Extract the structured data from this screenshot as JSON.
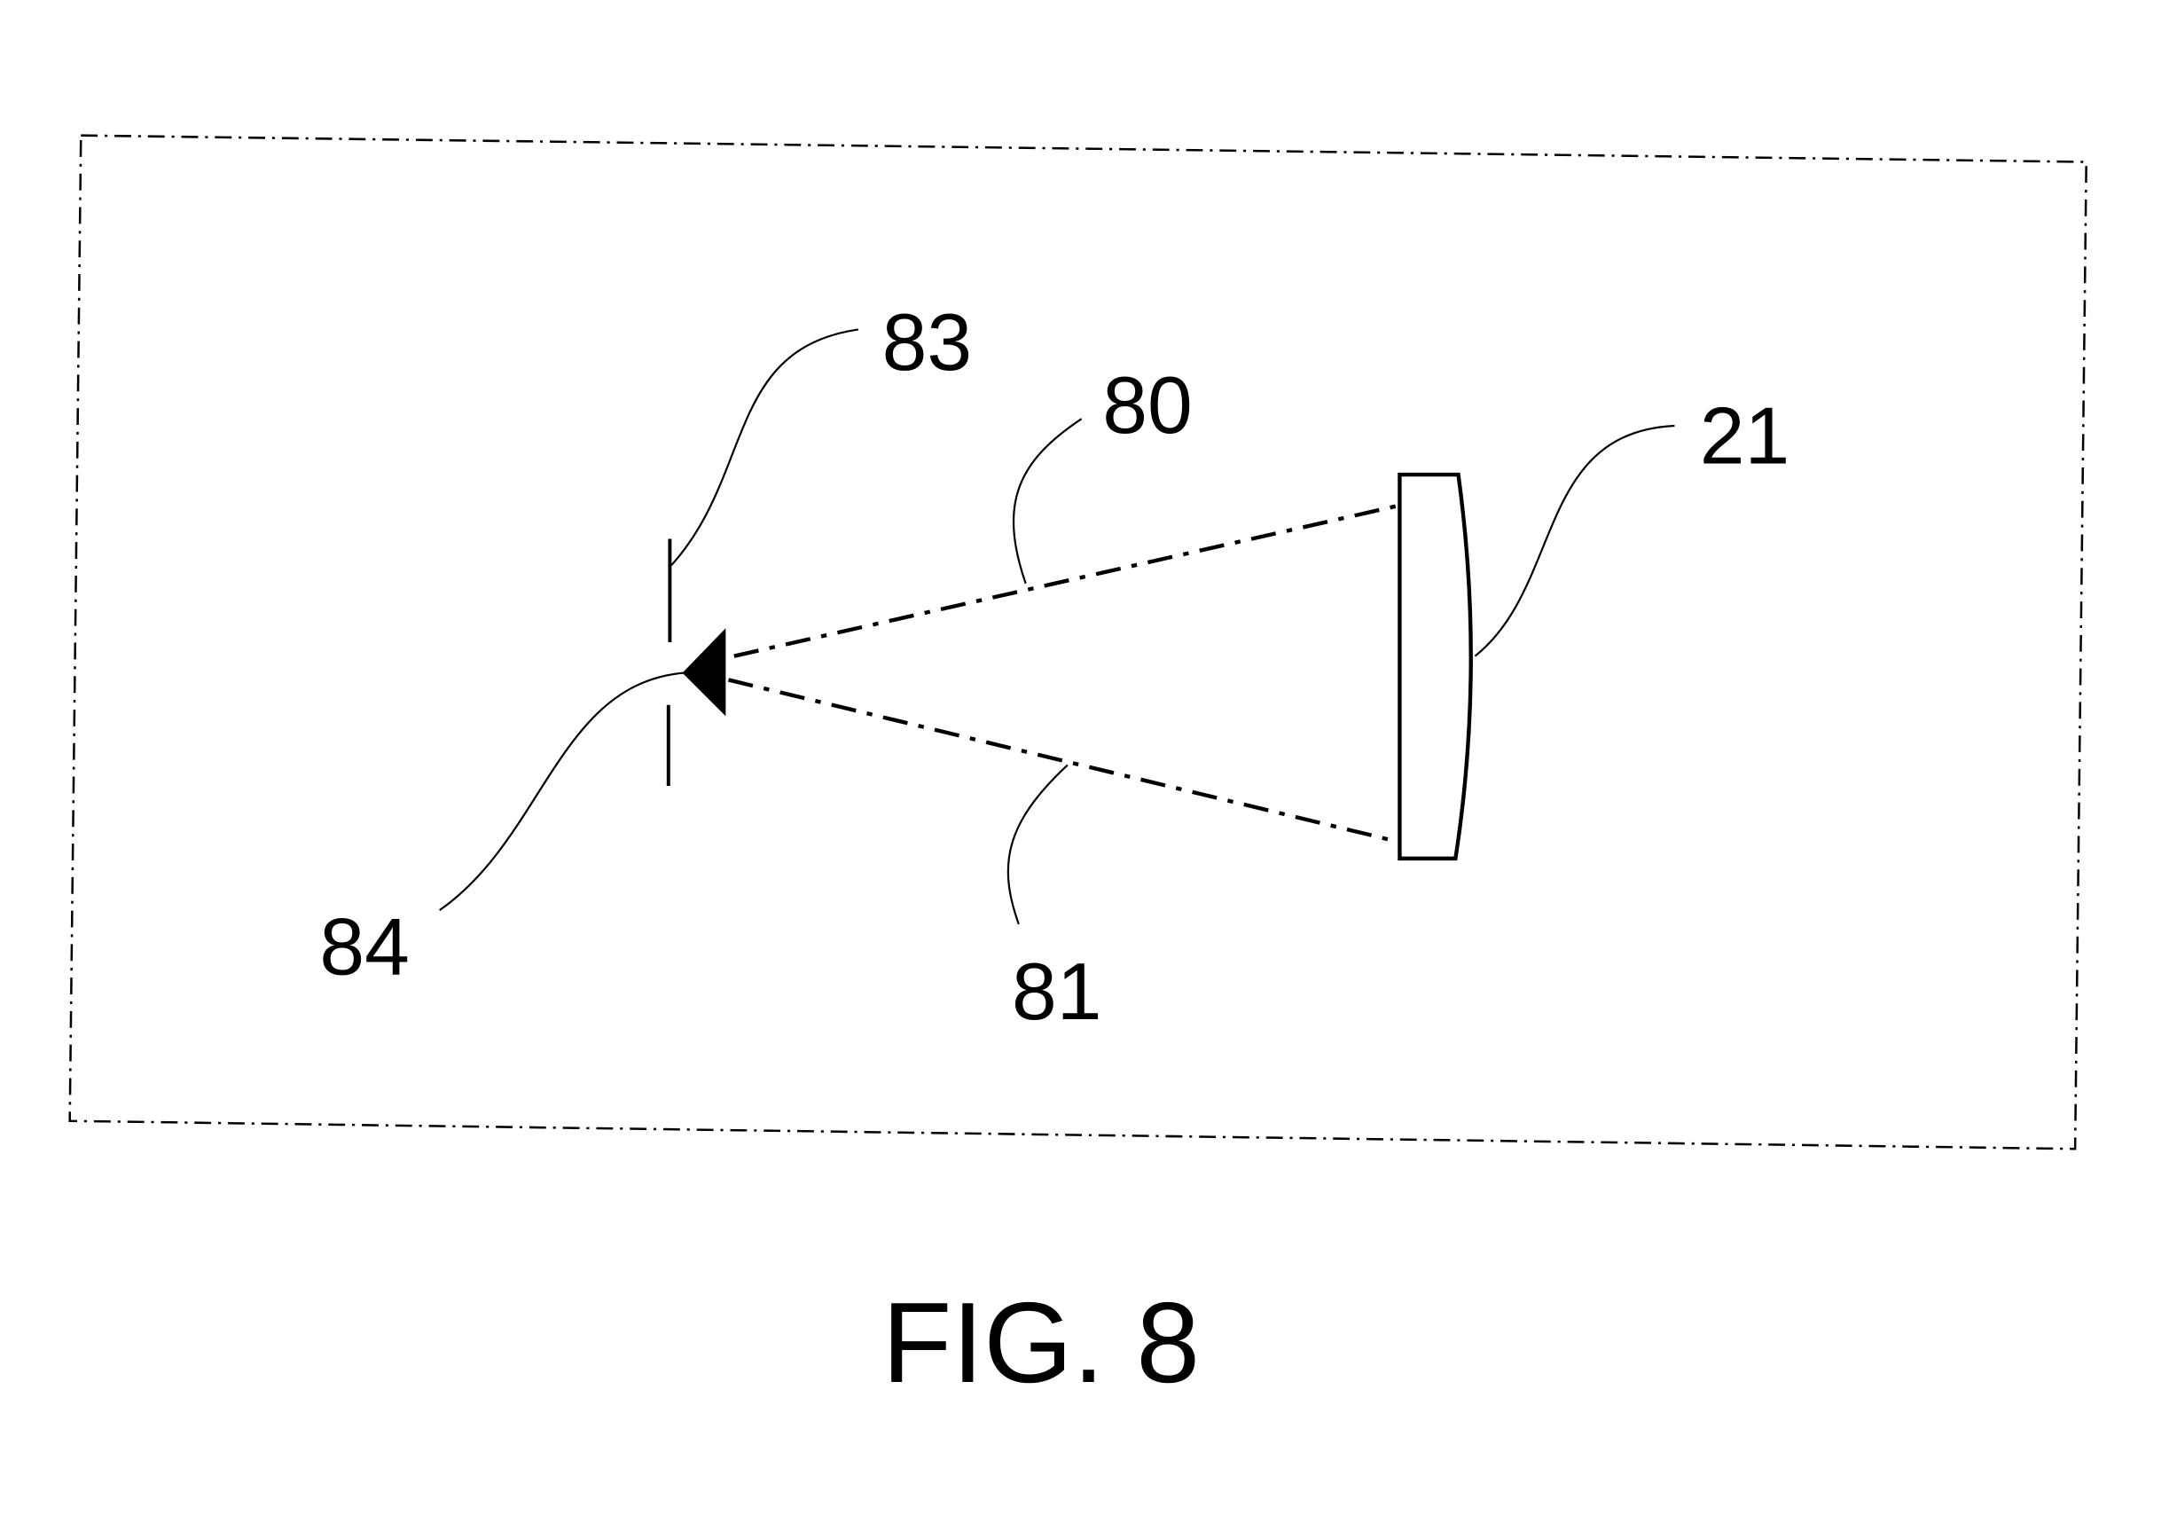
{
  "figure": {
    "caption": "FIG. 8",
    "labels": {
      "aperture": "83",
      "upper_ray": "80",
      "mirror": "21",
      "source": "84",
      "lower_ray": "81"
    }
  },
  "colors": {
    "ink": "#000000",
    "background": "#ffffff"
  }
}
